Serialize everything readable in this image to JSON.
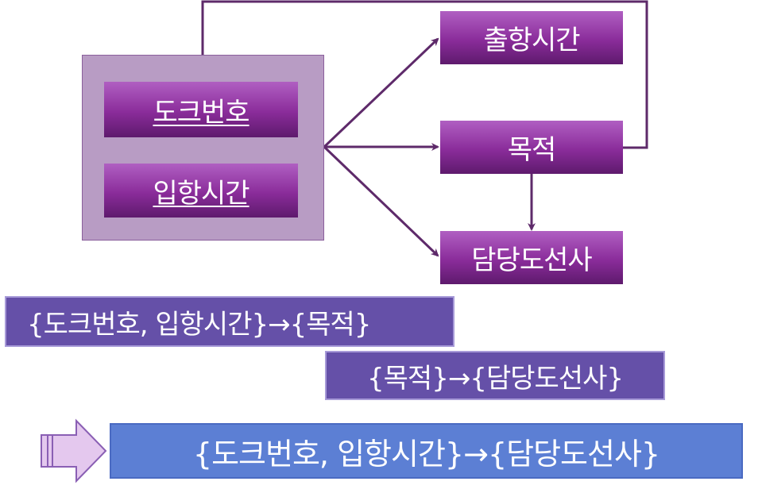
{
  "diagram": {
    "group_attributes": [
      {
        "label": "도크번호"
      },
      {
        "label": "입항시간"
      }
    ],
    "targets": [
      {
        "label": "출항시간"
      },
      {
        "label": "목적"
      },
      {
        "label": "담당도선사"
      }
    ]
  },
  "dependencies": [
    {
      "text": "{도크번호, 입항시간}→{목적}"
    },
    {
      "text": "{목적}→{담당도선사}"
    },
    {
      "text": "{도크번호, 입항시간}→{담당도선사}"
    }
  ],
  "colors": {
    "attribute_box": "#8a2c9a",
    "group_box": "#b89cc4",
    "arrow": "#5e2a6a",
    "fd_box": "#6550a8",
    "result_box": "#5c7fd4",
    "result_arrow": "#e4c8ee"
  },
  "icons": {
    "result_arrow": "right-block-arrow-icon"
  }
}
